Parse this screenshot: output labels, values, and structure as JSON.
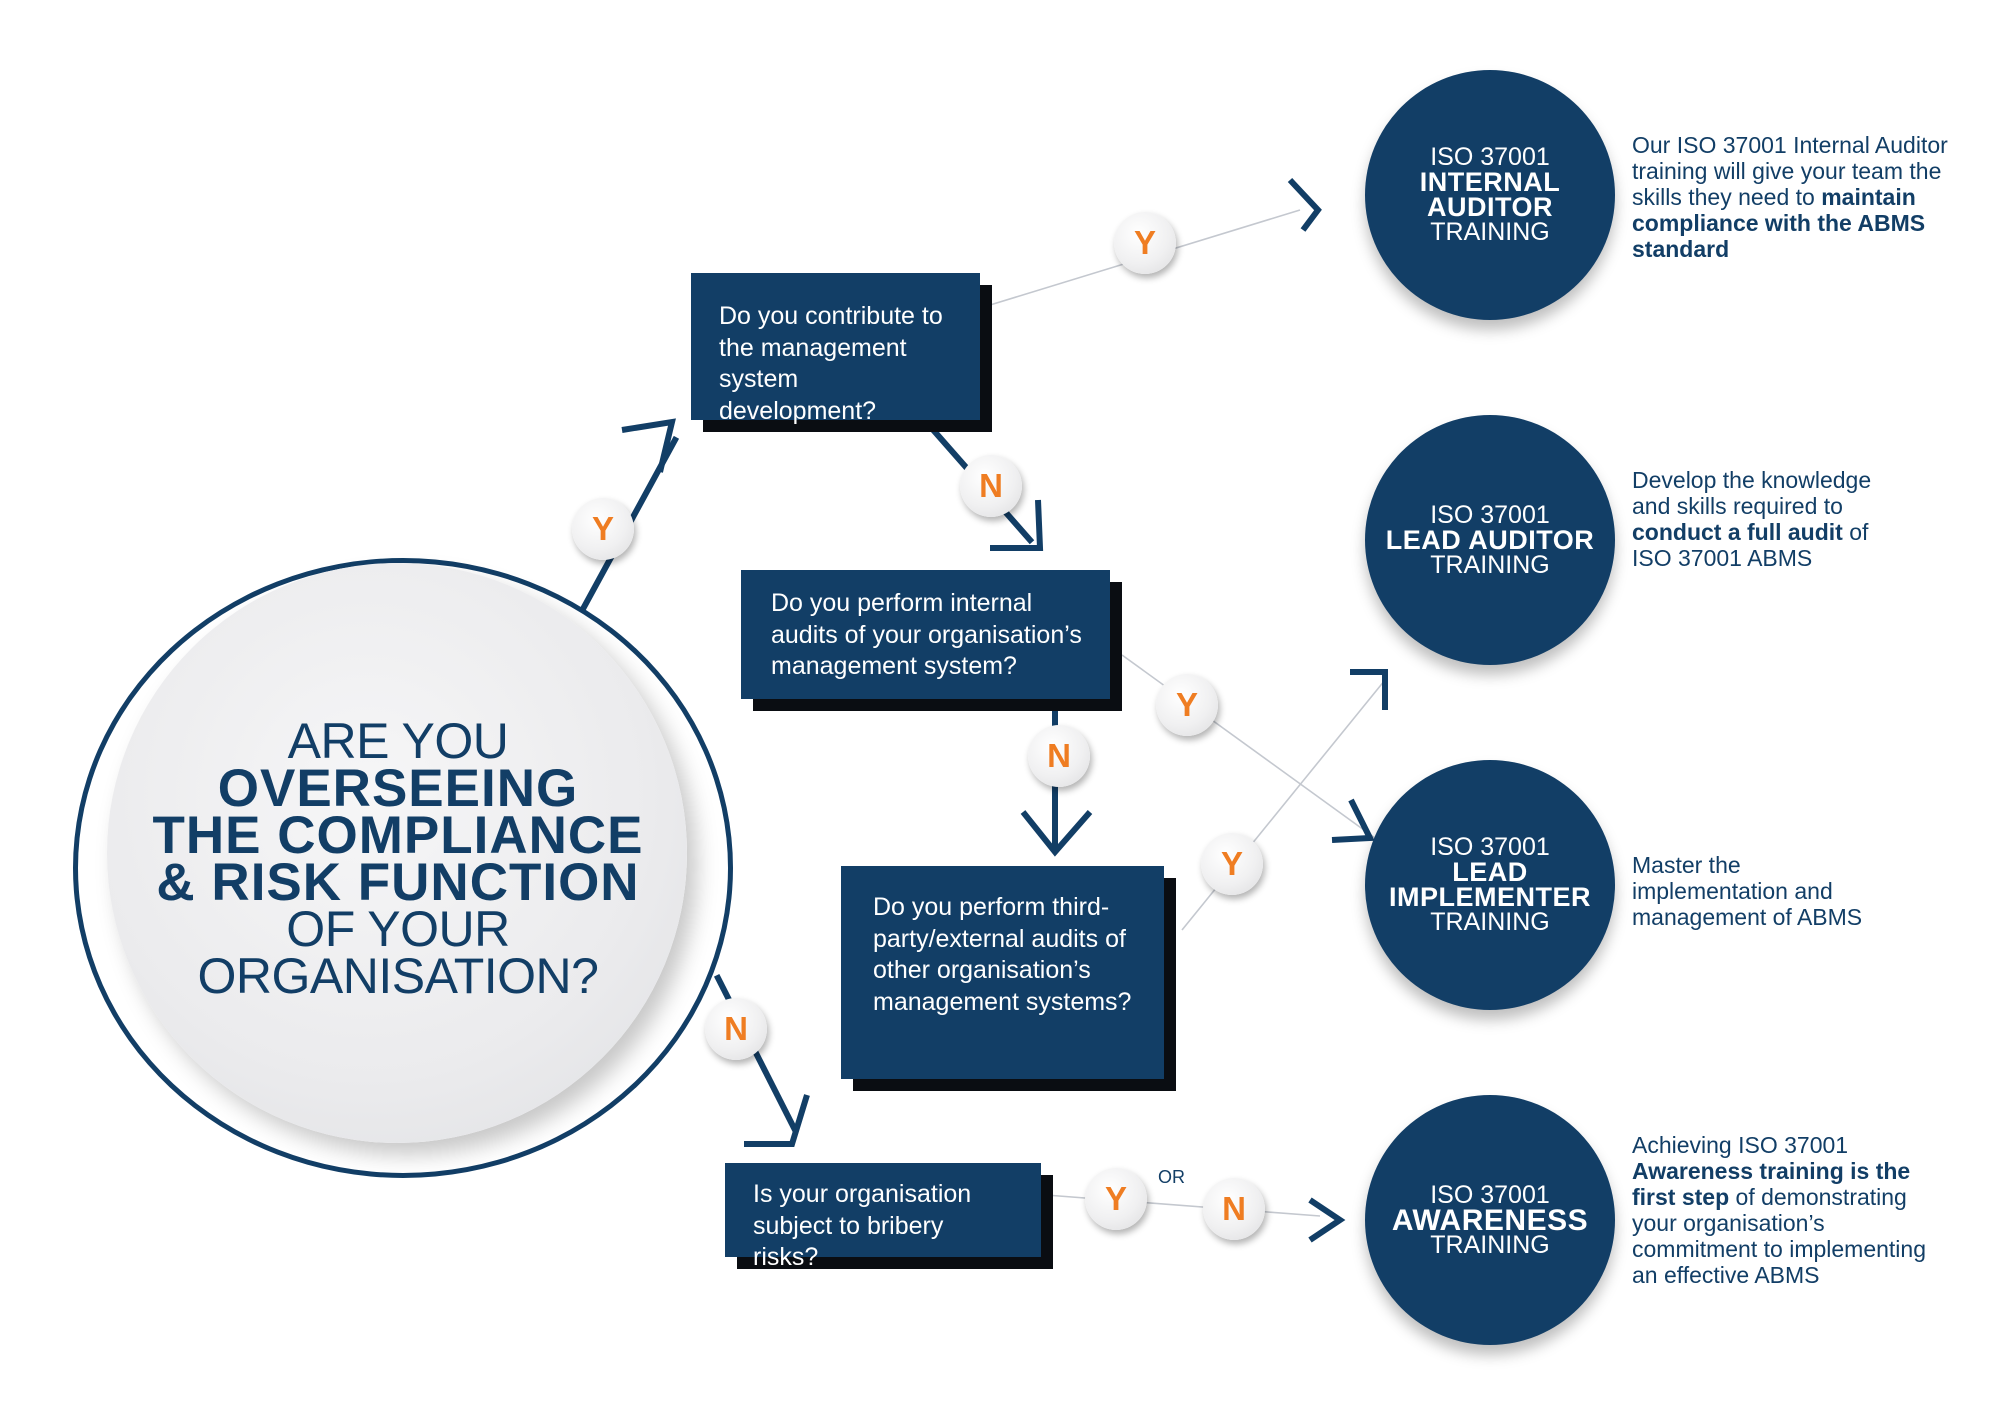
{
  "main_question": {
    "line1": "ARE YOU",
    "line2": "OVERSEEING",
    "line3": "THE COMPLIANCE",
    "line4": "& RISK FUNCTION",
    "line5": "OF YOUR",
    "line6": "ORGANISATION?"
  },
  "questions": {
    "q1": "Do you contribute to the management system development?",
    "q2": "Do you perform internal audits of your organisation’s management system?",
    "q3": "Do you perform third-party/external audits of other organisation’s management systems?",
    "q4": "Is your organisation subject to bribery risks?"
  },
  "markers": {
    "yes": "Y",
    "no": "N",
    "or": "OR"
  },
  "trainings": [
    {
      "prefix": "ISO 37001",
      "name_line1": "INTERNAL",
      "name_line2": "AUDITOR",
      "suffix": "TRAINING"
    },
    {
      "prefix": "ISO 37001",
      "name_line1": "LEAD AUDITOR",
      "name_line2": "",
      "suffix": "TRAINING"
    },
    {
      "prefix": "ISO 37001",
      "name_line1": "LEAD",
      "name_line2": "IMPLEMENTER",
      "suffix": "TRAINING"
    },
    {
      "prefix": "ISO 37001",
      "name_line1": "AWARENESS",
      "name_line2": "",
      "suffix": "TRAINING"
    }
  ],
  "descriptions": {
    "internal_auditor": {
      "plain1": "Our ISO 37001 Internal Auditor training will give your team the skills they need to ",
      "bold1": "maintain compliance with the ABMS standard"
    },
    "lead_auditor": {
      "plain1": "Develop the knowledge and skills required to ",
      "bold1": "conduct a full audit",
      "plain2": " of ISO 37001 ABMS"
    },
    "lead_implementer": {
      "plain1": "Master the implementation and management of ABMS"
    },
    "awareness": {
      "plain1": "Achieving ISO 37001 ",
      "bold1": "Awareness training is the first step",
      "plain2": " of demonstrating your organisation’s commitment to implementing an effective ABMS"
    }
  },
  "colors": {
    "navy": "#123e66",
    "orange": "#ef7d22",
    "shadow": "#0a0d12"
  }
}
